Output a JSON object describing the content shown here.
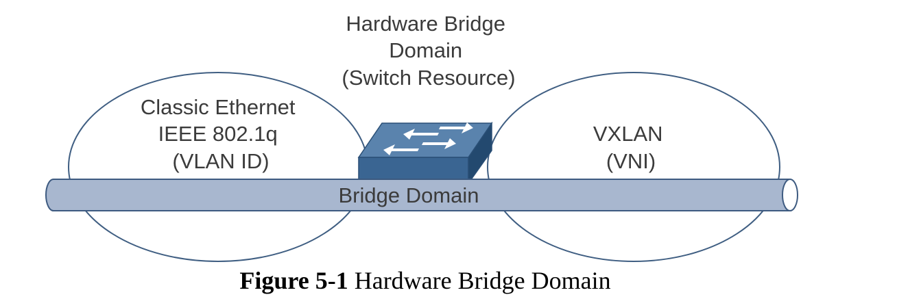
{
  "diagram": {
    "switch_label": [
      "Hardware Bridge",
      "Domain",
      "(Switch Resource)"
    ],
    "left_domain": [
      "Classic Ethernet",
      "IEEE 802.1q",
      "(VLAN ID)"
    ],
    "right_domain": [
      "VXLAN",
      "(VNI)"
    ],
    "pipe_label": "Bridge Domain",
    "colors": {
      "ellipse_stroke": "#3f5e82",
      "pipe_fill": "#a8b7cf",
      "pipe_stroke": "#3d5a80",
      "switch_top": "#5a83ad",
      "switch_front": "#3a6592",
      "switch_side": "#23496f",
      "text": "#3b3b3b"
    }
  },
  "caption": {
    "figure_number": "Figure 5-1",
    "title": "Hardware Bridge Domain"
  }
}
